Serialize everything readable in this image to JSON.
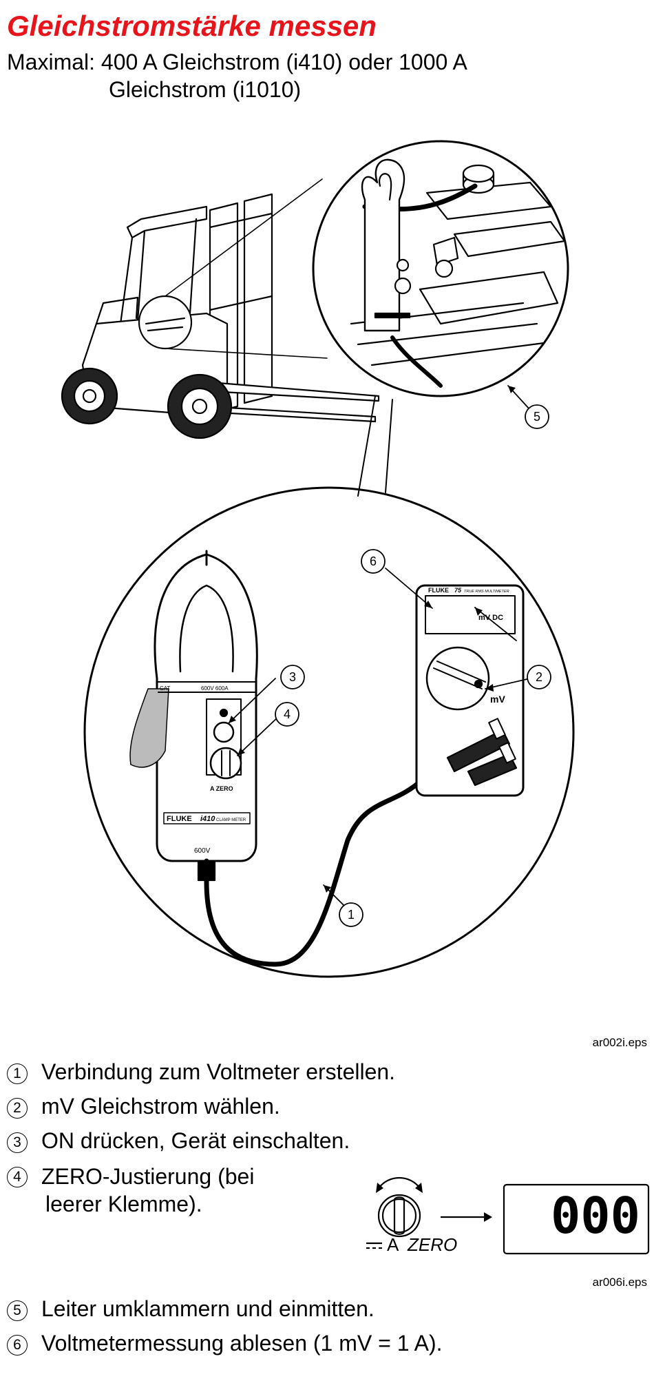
{
  "title": "Gleichstromstärke messen",
  "subtitle": {
    "line1": "Maximal: 400 A Gleichstrom (i410) oder 1000 A",
    "line2": "Gleichstrom (i1010)"
  },
  "figure1": {
    "file_label": "ar002i.eps",
    "callouts": [
      "1",
      "2",
      "3",
      "4",
      "5",
      "6"
    ],
    "clamp": {
      "brand": "FLUKE",
      "model": "i410",
      "model_suffix": "CLAMP METER",
      "cat_label": "CAT",
      "ratings": "600V 600A",
      "voltage": "600V",
      "zero_label": "A ZERO"
    },
    "meter": {
      "brand": "FLUKE",
      "model": "75",
      "subtitle": "TRUE RMS MULTIMETER",
      "display_text": "mV DC",
      "range_label": "mV"
    }
  },
  "steps_top": [
    {
      "num": "1",
      "text": "Verbindung zum Voltmeter erstellen."
    },
    {
      "num": "2",
      "text": "mV Gleichstrom wählen."
    },
    {
      "num": "3",
      "text": "ON drücken, Gerät einschalten."
    },
    {
      "num": "4",
      "text": "ZERO-Justierung (bei",
      "text2": "leerer Klemme)."
    }
  ],
  "figure2": {
    "knob_label": "A",
    "zero_label": "ZERO",
    "display_value": "000",
    "file_label": "ar006i.eps"
  },
  "steps_bottom": [
    {
      "num": "5",
      "text": "Leiter umklammern und einmitten."
    },
    {
      "num": "6",
      "text": "Voltmetermessung ablesen (1 mV = 1 A)."
    }
  ]
}
